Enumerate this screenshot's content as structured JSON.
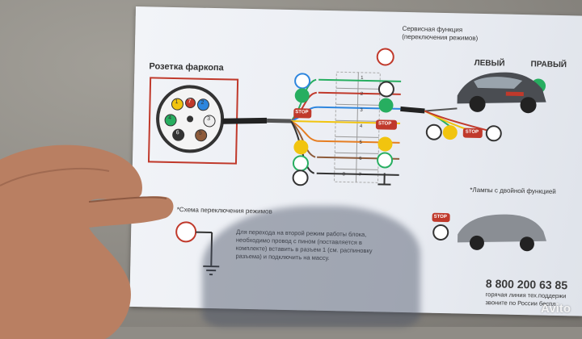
{
  "photo": {
    "title_socket": "Розетка фаркопа",
    "service_function": "Сервисная функция",
    "service_function_sub": "(переключения режимов)",
    "left_label": "ЛЕВЫЙ",
    "right_label": "ПРАВЫЙ",
    "dual_lamps": "*Лампы с двойной функцией",
    "mode_scheme": "*Схема переключения режимов",
    "instruction_lines": [
      "Для перехода на второй режим работы блока,",
      "необходимо провод с пином (поставляется в",
      "комплекте) вставить в разъем 1 (см. распиновку",
      "разъема) и подключить на массу."
    ],
    "phone": "8 800 200 63 85",
    "hotline_lines": [
      "горячая линия тех.поддержи",
      "звоните по России беспл"
    ],
    "watermark": "Avito",
    "pin_numbers": [
      "1",
      "2",
      "3",
      "4",
      "5",
      "6",
      "7"
    ],
    "stop_label": "STOP",
    "connector_numbers": [
      "1",
      "2",
      "3",
      "4",
      "5",
      "6",
      "7",
      "8"
    ]
  }
}
